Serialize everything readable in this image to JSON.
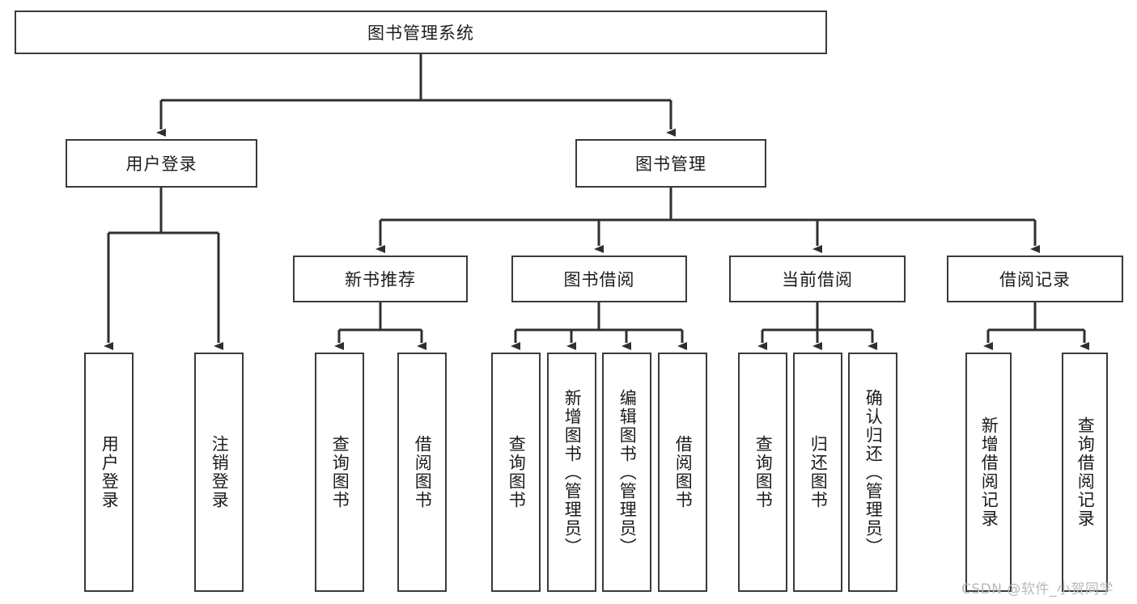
{
  "diagram": {
    "title": "图书管理系统",
    "type": "tree",
    "watermark": "CSDN @软件_小贺同学",
    "colors": {
      "border": "#3a3a3a",
      "text": "#1c1c1c",
      "background": "#ffffff",
      "connector": "#2f2f2f",
      "watermark": "#b9b9b9"
    },
    "root": {
      "label": "图书管理系统"
    },
    "level1": [
      {
        "label": "用户登录"
      },
      {
        "label": "图书管理"
      }
    ],
    "level2": [
      {
        "label": "新书推荐"
      },
      {
        "label": "图书借阅"
      },
      {
        "label": "当前借阅"
      },
      {
        "label": "借阅记录"
      }
    ],
    "leaves": {
      "user_login": [
        {
          "label": "用户登录"
        },
        {
          "label": "注销登录"
        }
      ],
      "new_book_recommend": [
        {
          "label": "查询图书"
        },
        {
          "label": "借阅图书"
        }
      ],
      "book_borrow": [
        {
          "label": "查询图书"
        },
        {
          "label": "新增图书（管理员）"
        },
        {
          "label": "编辑图书（管理员）"
        },
        {
          "label": "借阅图书"
        }
      ],
      "current_borrow": [
        {
          "label": "查询图书"
        },
        {
          "label": "归还图书"
        },
        {
          "label": "确认归还（管理员）"
        }
      ],
      "borrow_record": [
        {
          "label": "新增借阅记录"
        },
        {
          "label": "查询借阅记录"
        }
      ]
    }
  }
}
